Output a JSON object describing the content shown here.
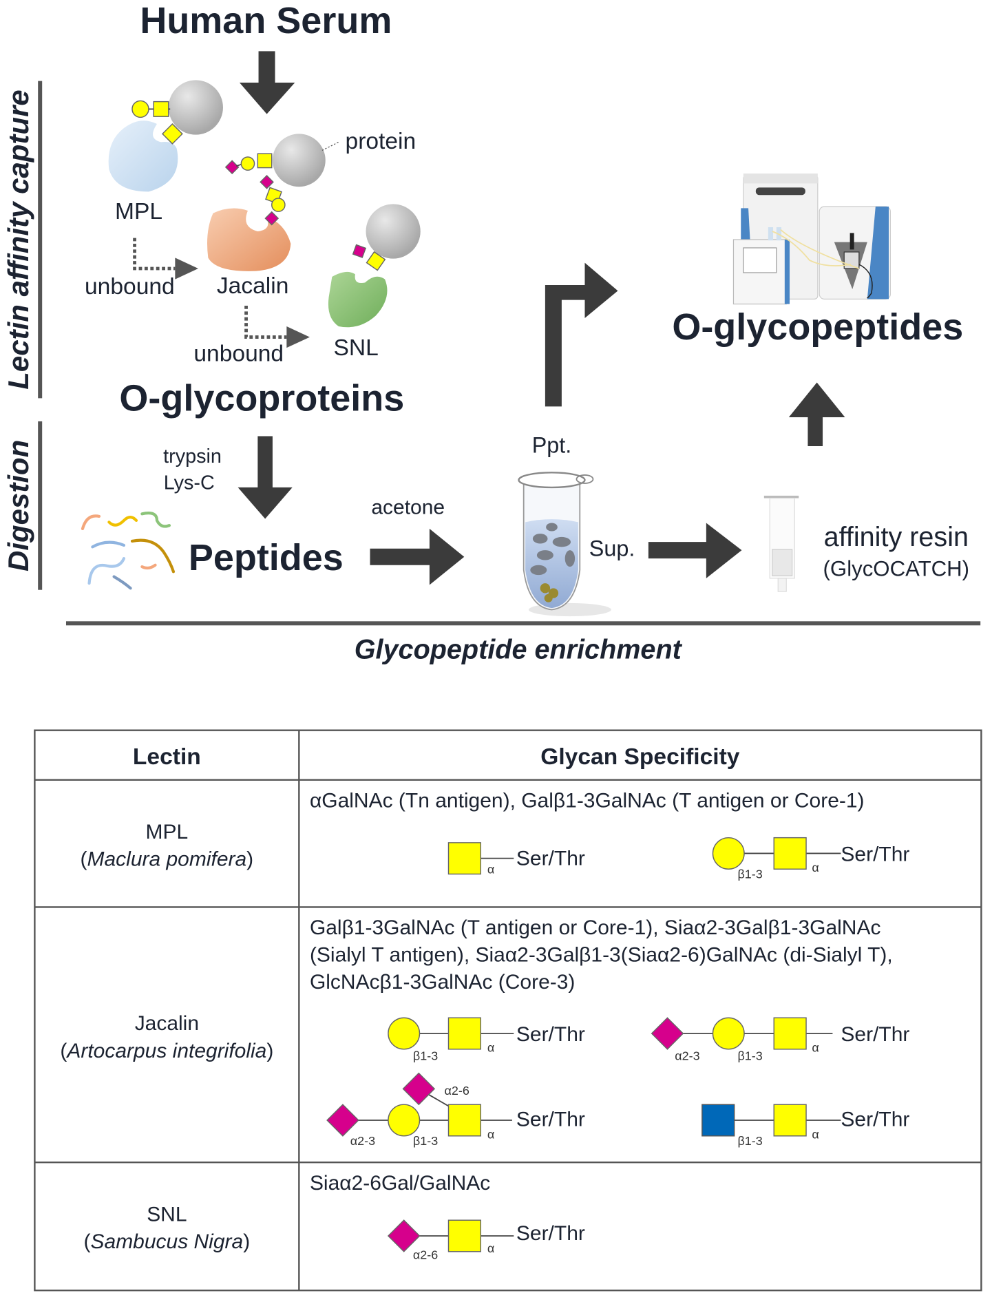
{
  "title": "Human Serum",
  "side_labels": {
    "capture": "Lectin affinity capture",
    "digestion": "Digestion"
  },
  "capture": {
    "protein": "protein",
    "mpl": "MPL",
    "jacalin": "Jacalin",
    "snl": "SNL",
    "unbound_1": "unbound",
    "unbound_2": "unbound"
  },
  "o_glycoproteins": "O-glycoproteins",
  "digestion": {
    "enzyme_1": "trypsin",
    "enzyme_2": "Lys-C",
    "peptides": "Peptides",
    "acetone": "acetone"
  },
  "enrichment": {
    "ppt": "Ppt.",
    "sup": "Sup.",
    "resin": "affinity resin",
    "resin_name": "(GlycOCATCH)",
    "product": "O-glycopeptides",
    "caption": "Glycopeptide enrichment"
  },
  "table": {
    "headers": [
      "Lectin",
      "Glycan Specificity"
    ],
    "paren_open": "(",
    "paren_close": ")",
    "aglycone": "Ser/Thr",
    "linkages": {
      "alpha": "α",
      "b13": "β1-3",
      "a23": "α2-3",
      "a26": "α2-6"
    },
    "rows": [
      {
        "lectin": "MPL",
        "species": "Maclura pomifera",
        "specificity": [
          "αGalNAc (Tn antigen), Galβ1-3GalNAc (T antigen or Core-1)"
        ]
      },
      {
        "lectin": "Jacalin",
        "species": "Artocarpus integrifolia",
        "specificity": [
          "Galβ1-3GalNAc (T antigen or Core-1), Siaα2-3Galβ1-3GalNAc",
          "(Sialyl T antigen), Siaα2-3Galβ1-3(Siaα2-6)GalNAc (di-Sialyl T),",
          "GlcNAcβ1-3GalNAc (Core-3)"
        ]
      },
      {
        "lectin": "SNL",
        "species": "Sambucus Nigra",
        "specificity": [
          "Siaα2-6Gal/GalNAc"
        ]
      }
    ]
  },
  "colors": {
    "text": "#1c2331",
    "arrow": "#3b3b3b",
    "galnac_gal": "#ffff00",
    "sialic_acid": "#d6008c",
    "glcnac": "#0068b8",
    "mpl": "#cfe2f3",
    "jacalin": "#f2a57a",
    "snl": "#8cc47a"
  }
}
